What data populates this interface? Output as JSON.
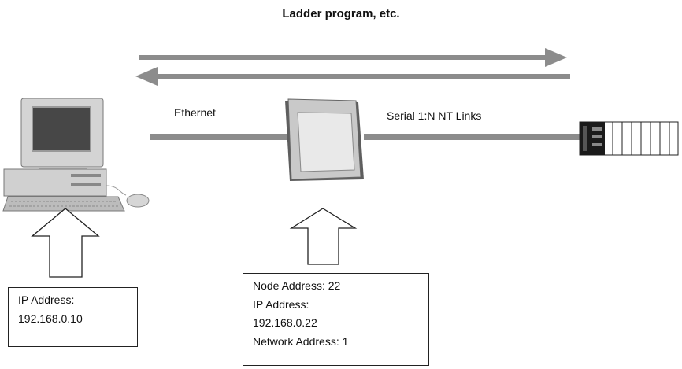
{
  "title": "Ladder program, etc.",
  "links": {
    "ethernet_label": "Ethernet",
    "serial_label": "Serial 1:N NT Links"
  },
  "pc_box": {
    "line1": "IP Address:",
    "line2": "192.168.0.10"
  },
  "pt_box": {
    "line1": "Node Address: 22",
    "line2": "IP Address:",
    "line3": "192.168.0.22",
    "line4": "Network Address: 1"
  },
  "icons": [
    "personal-computer-icon",
    "touch-panel-terminal-icon",
    "plc-rack-icon",
    "hollow-up-arrow-icon",
    "transfer-arrow-icon"
  ]
}
